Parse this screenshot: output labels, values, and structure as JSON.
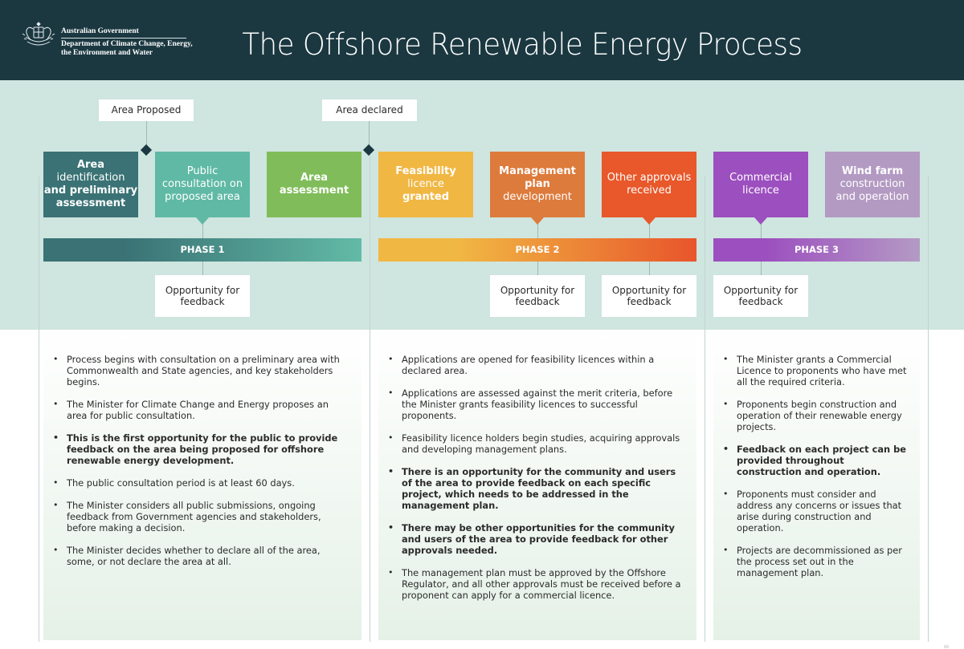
{
  "header": {
    "gov_name": "Australian Government",
    "department_line1": "Department of Climate Change, Energy,",
    "department_line2": "the Environment and Water",
    "title": "The Offshore Renewable Energy Process"
  },
  "milestones": [
    {
      "label": "Area Proposed"
    },
    {
      "label": "Area declared"
    }
  ],
  "steps": [
    {
      "lines": [
        {
          "text": "Area",
          "bold": true
        },
        {
          "text": "identification",
          "bold": false
        },
        {
          "text": "and preliminary",
          "bold": true
        },
        {
          "text": "assessment",
          "bold": true
        }
      ],
      "color": "#3a7275"
    },
    {
      "lines": [
        {
          "text": "Public",
          "bold": false
        },
        {
          "text": "consultation on",
          "bold": false
        },
        {
          "text": "proposed area",
          "bold": false
        }
      ],
      "color": "#5fb9a5"
    },
    {
      "lines": [
        {
          "text": "Area",
          "bold": true
        },
        {
          "text": "assessment",
          "bold": true
        }
      ],
      "color": "#80bd5a"
    },
    {
      "lines": [
        {
          "text": "Feasibility",
          "bold": true
        },
        {
          "text": "licence",
          "bold": false
        },
        {
          "text": "granted",
          "bold": true
        }
      ],
      "color": "#f1b743"
    },
    {
      "lines": [
        {
          "text": "Management",
          "bold": true
        },
        {
          "text": "plan",
          "bold": true
        },
        {
          "text": "development",
          "bold": false
        }
      ],
      "color": "#dd7b3c"
    },
    {
      "lines": [
        {
          "text": "Other approvals",
          "bold": false
        },
        {
          "text": "received",
          "bold": false
        }
      ],
      "color": "#e8582a"
    },
    {
      "lines": [
        {
          "text": "Commercial",
          "bold": false
        },
        {
          "text": "licence",
          "bold": false
        }
      ],
      "color": "#9c4fbf"
    },
    {
      "lines": [
        {
          "text": "Wind farm",
          "bold": true
        },
        {
          "text": "construction",
          "bold": false
        },
        {
          "text": "and operation",
          "bold": false
        }
      ],
      "color": "#b39ac2"
    }
  ],
  "phases": [
    {
      "label": "PHASE 1",
      "color_start": "#3a7275",
      "color_end": "#62baa6"
    },
    {
      "label": "PHASE 2",
      "color_start": "#f1b743",
      "color_end": "#e8552b"
    },
    {
      "label": "PHASE 3",
      "color_start": "#9c4fbf",
      "color_end": "#b49ac4"
    }
  ],
  "feedback_label": "Opportunity for feedback",
  "panels": [
    {
      "items": [
        {
          "text": "Process begins with consultation on a preliminary area with Commonwealth and State agencies, and key stakeholders begins.",
          "bold": false
        },
        {
          "text": "The Minister for Climate Change and Energy proposes an area for public consultation.",
          "bold": false
        },
        {
          "text": "This is the first opportunity for the public to provide feedback on the area being proposed for offshore renewable energy development.",
          "bold": true
        },
        {
          "text": "The public consultation period is at least 60 days.",
          "bold": false
        },
        {
          "text": "The Minister considers all public submissions, ongoing feedback from Government agencies and stakeholders, before making a decision.",
          "bold": false
        },
        {
          "text": "The Minister decides whether to declare all of the area, some, or not declare the area at all.",
          "bold": false
        }
      ]
    },
    {
      "items": [
        {
          "text": "Applications are opened for feasibility licences within a declared area.",
          "bold": false
        },
        {
          "text": "Applications are assessed against the merit criteria, before the Minister grants feasibility licences to successful proponents.",
          "bold": false
        },
        {
          "text": "Feasibility licence holders begin studies, acquiring approvals and developing management plans.",
          "bold": false
        },
        {
          "text": "There is an opportunity for the community and users of the area to provide feedback on each specific project, which needs to be addressed in the management plan.",
          "bold": true
        },
        {
          "text": "There may be other opportunities for the community and users of the area to provide feedback for other approvals needed.",
          "bold": true
        },
        {
          "text": "The management plan must be approved by the Offshore Regulator, and all other approvals must be received before a proponent can apply for a commercial licence.",
          "bold": false
        }
      ]
    },
    {
      "items": [
        {
          "text": "The Minister grants a Commercial Licence to proponents who have met all the required criteria.",
          "bold": false
        },
        {
          "text": "Proponents begin construction and operation of their renewable energy projects.",
          "bold": false
        },
        {
          "text": "Feedback on each project can be provided throughout construction and operation.",
          "bold": true
        },
        {
          "text": "Proponents must consider and address any concerns or issues that arise during construction and operation.",
          "bold": false
        },
        {
          "text": "Projects are decommissioned as per the process set out in the management plan.",
          "bold": false
        }
      ]
    }
  ],
  "bullet_glyph": "•"
}
